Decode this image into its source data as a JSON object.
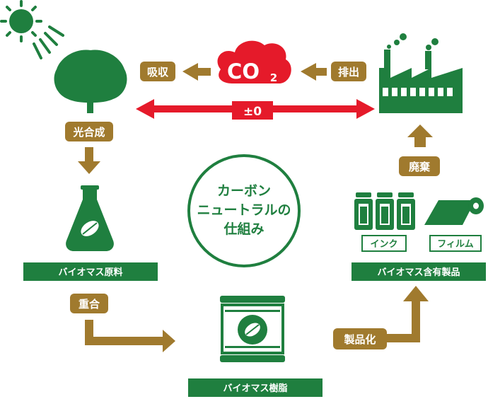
{
  "co2": {
    "base": "CO",
    "sub": "2"
  },
  "labels": {
    "absorb": "吸収",
    "emit": "排出",
    "balance": "±0",
    "photosynthesis": "光合成",
    "disposal": "廃棄",
    "polymerization": "重合",
    "manufacturing": "製品化"
  },
  "boxes": {
    "raw_material": "バイオマス原料",
    "resin": "バイオマス樹脂",
    "products": "バイオマス含有製品"
  },
  "products": {
    "ink": "インク",
    "film": "フィルム"
  },
  "center": {
    "line1": "カーボン",
    "line2": "ニュートラルの",
    "line3": "仕組み"
  },
  "colors": {
    "green": "#1f7f3f",
    "brown": "#a07a2e",
    "red": "#e51a2a",
    "white": "#ffffff"
  }
}
